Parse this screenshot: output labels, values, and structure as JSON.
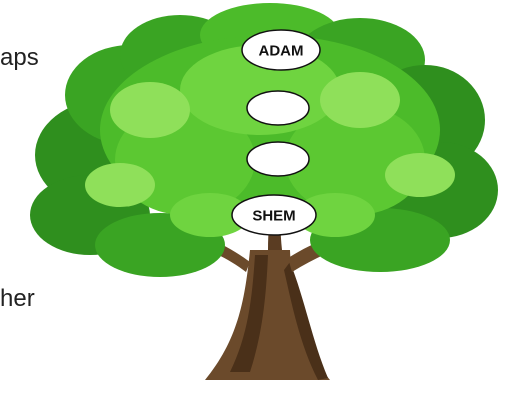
{
  "text_fragments": {
    "top": "aps",
    "bottom": "her"
  },
  "tree": {
    "nodes": [
      {
        "label": "ADAM"
      },
      {
        "label": ""
      },
      {
        "label": ""
      },
      {
        "label": "SHEM"
      }
    ]
  },
  "colors": {
    "foliage_dark": "#2f8f1e",
    "foliage_mid": "#4cbb2a",
    "foliage_light": "#8fe05a",
    "trunk": "#6b4a2b",
    "trunk_dark": "#4a3019",
    "node_fill": "#ffffff",
    "node_stroke": "#111111"
  }
}
